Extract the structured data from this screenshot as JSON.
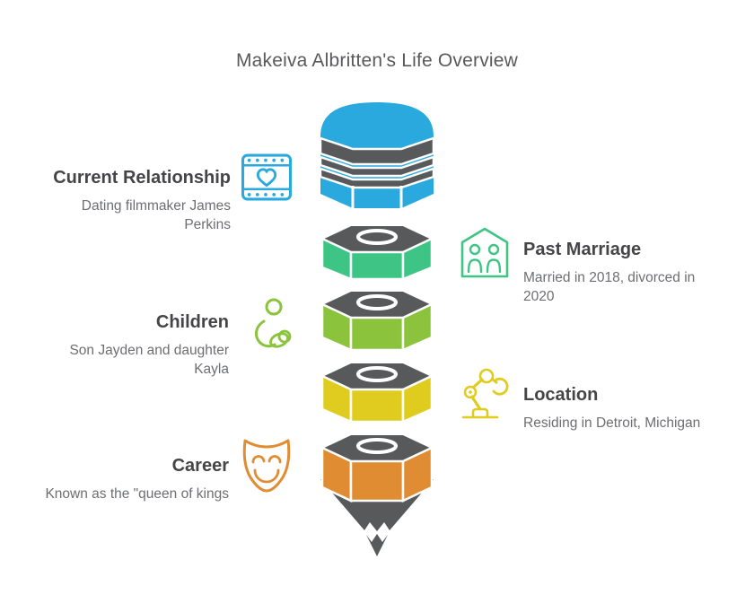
{
  "title": "Makeiva Albritten's Life Overview",
  "palette": {
    "funnel_top_blue": "#2AA9DE",
    "band_gray": "#58595B",
    "segment_green": "#3EC484",
    "segment_lime": "#8BC33C",
    "segment_yellow": "#E0CC1F",
    "segment_orange": "#E08C32",
    "heading_text": "#454547",
    "body_text": "#6D6E71",
    "title_text": "#59595B"
  },
  "sections": [
    {
      "heading": "Current Relationship",
      "description": "Dating filmmaker James Perkins",
      "icon": "film-heart-icon",
      "side": "left",
      "accent": "#2AA9DE"
    },
    {
      "heading": "Past Marriage",
      "description": "Married in 2018, divorced in 2020",
      "icon": "family-home-icon",
      "side": "right",
      "accent": "#3EC484"
    },
    {
      "heading": "Children",
      "description": "Son Jayden and daughter Kayla",
      "icon": "parent-child-icon",
      "side": "left",
      "accent": "#8BC33C"
    },
    {
      "heading": "Location",
      "description": "Residing in Detroit, Michigan",
      "icon": "robot-arm-icon",
      "side": "right",
      "accent": "#E0CC1F"
    },
    {
      "heading": "Career",
      "description": "Known as the \"queen of kings",
      "icon": "theater-mask-icon",
      "side": "left",
      "accent": "#E08C32"
    }
  ],
  "funnel": {
    "band_color": "#58595B",
    "spout_color": "#58595B",
    "segments": [
      {
        "name": "top",
        "color": "#2AA9DE"
      },
      {
        "name": "stage-1",
        "color": "#3EC484"
      },
      {
        "name": "stage-2",
        "color": "#8BC33C"
      },
      {
        "name": "stage-3",
        "color": "#E0CC1F"
      },
      {
        "name": "stage-4",
        "color": "#E08C32"
      }
    ]
  }
}
